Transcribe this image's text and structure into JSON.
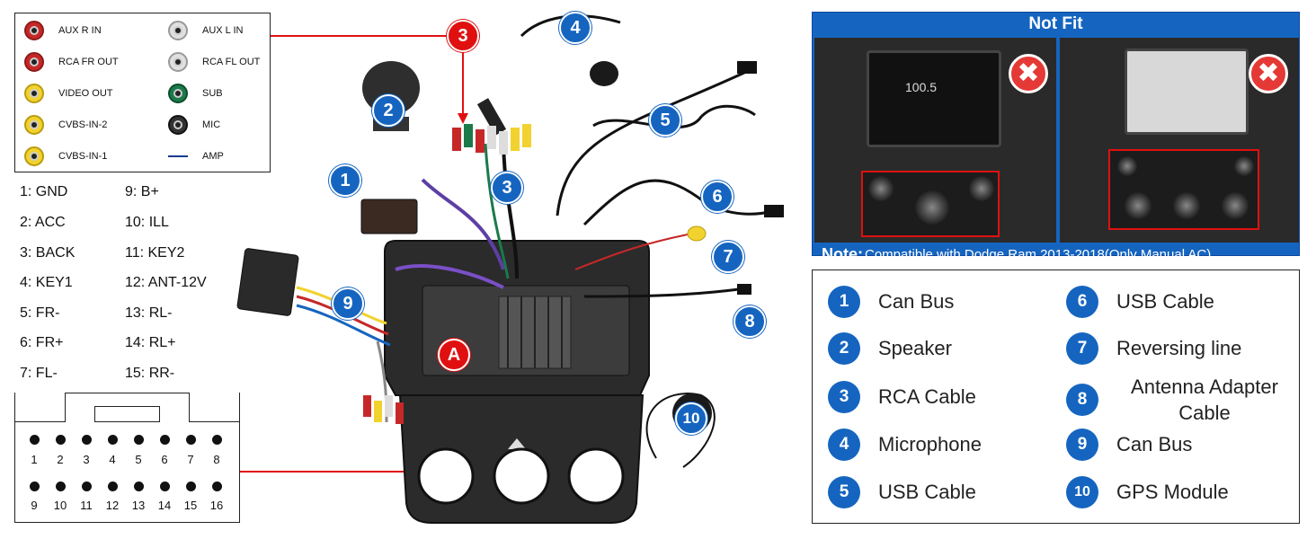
{
  "rca_legend": {
    "items": [
      {
        "label": "AUX R IN",
        "color": "#c62828"
      },
      {
        "label": "RCA FR OUT",
        "color": "#c62828"
      },
      {
        "label": "VIDEO OUT",
        "color": "#f2d22e"
      },
      {
        "label": "CVBS-IN-2",
        "color": "#f2d22e"
      },
      {
        "label": "CVBS-IN-1",
        "color": "#f2d22e"
      },
      {
        "label": "AUX L IN",
        "color": "#bdbdbd"
      },
      {
        "label": "RCA FL OUT",
        "color": "#bdbdbd"
      },
      {
        "label": "SUB",
        "color": "#1b7a4a"
      },
      {
        "label": "MIC",
        "color": "#222222"
      },
      {
        "label": "AMP",
        "color": "#1a3a8f"
      }
    ]
  },
  "pins": [
    "1: GND",
    "2: ACC",
    "3: BACK",
    "4: KEY1",
    "5: FR-",
    "6: FR+",
    "7: FL-",
    "9: B+",
    "10: ILL",
    "11: KEY2",
    "12: ANT-12V",
    "13: RL-",
    "14: RL+",
    "15: RR-"
  ],
  "connector": {
    "top_row": [
      "1",
      "2",
      "3",
      "4",
      "5",
      "6",
      "7",
      "8"
    ],
    "bottom_row": [
      "9",
      "10",
      "11",
      "12",
      "13",
      "14",
      "15",
      "16"
    ]
  },
  "callouts": [
    "1",
    "2",
    "3",
    "4",
    "5",
    "6",
    "7",
    "8",
    "9",
    "10",
    "3",
    "A"
  ],
  "not_fit": {
    "title": "Not Fit",
    "note_prefix": "Note:",
    "note_text": "Compatible with Dodge Ram 2013-2018(Only Manual AC)",
    "screen_radio": "100.5",
    "x_mark": "✖"
  },
  "parts": [
    {
      "num": "1",
      "label": "Can Bus"
    },
    {
      "num": "2",
      "label": "Speaker"
    },
    {
      "num": "3",
      "label": "RCA Cable"
    },
    {
      "num": "4",
      "label": "Microphone"
    },
    {
      "num": "5",
      "label": "USB Cable"
    },
    {
      "num": "6",
      "label": "USB Cable"
    },
    {
      "num": "7",
      "label": "Reversing line"
    },
    {
      "num": "8",
      "label": "Antenna Adapter Cable"
    },
    {
      "num": "9",
      "label": "Can Bus"
    },
    {
      "num": "10",
      "label": "GPS Module"
    }
  ],
  "colors": {
    "accent": "#1565c0",
    "alert": "#e01010"
  }
}
